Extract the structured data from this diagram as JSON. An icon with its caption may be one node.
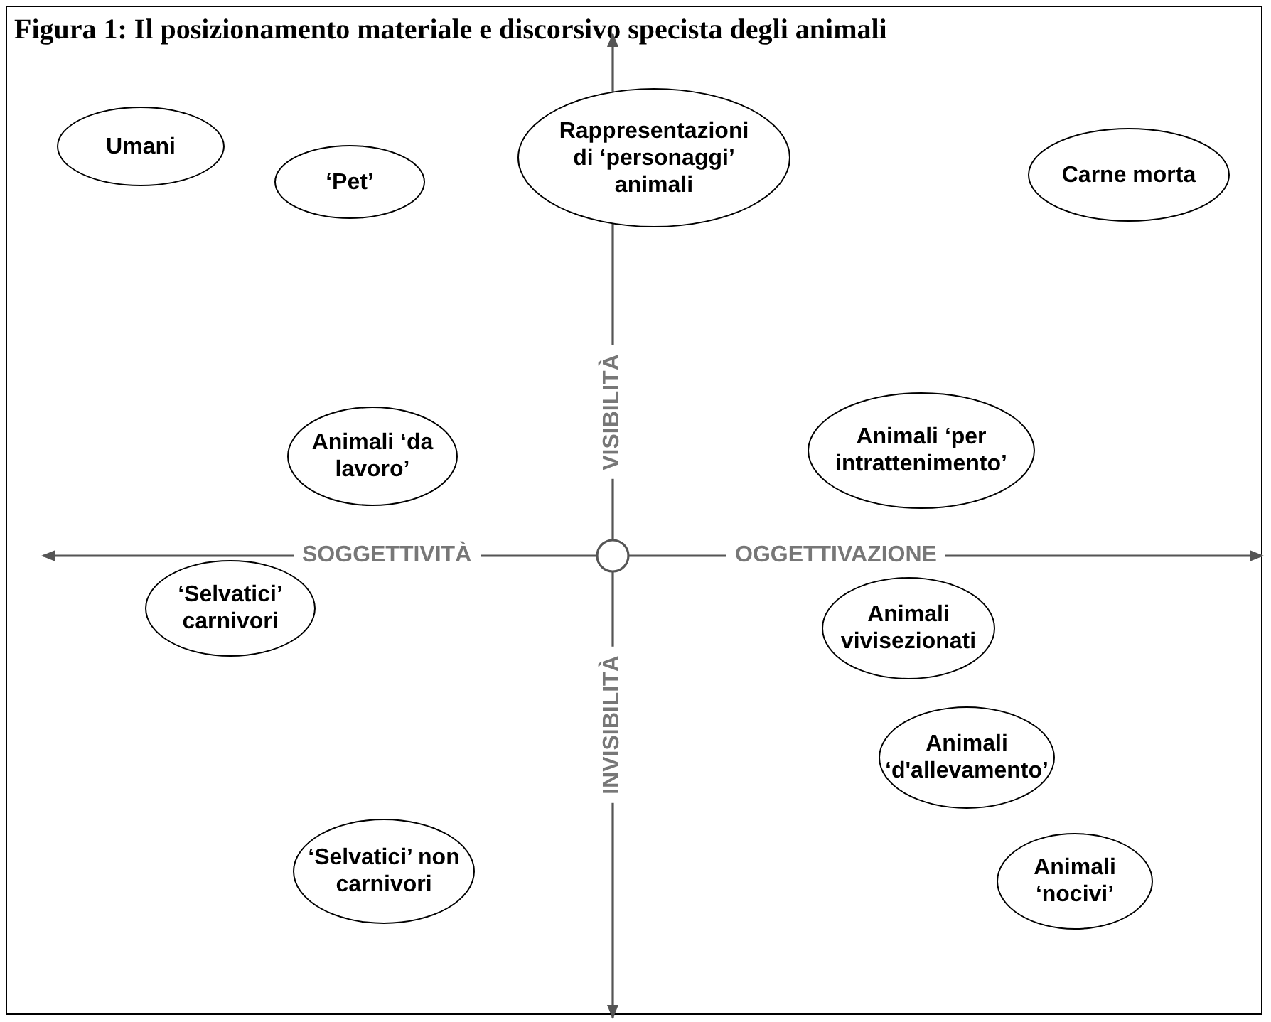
{
  "diagram": {
    "title": "Figura 1: Il posizionamento materiale e discorsivo specista degli animali",
    "nodes": [
      {
        "text": [
          "Umani"
        ]
      },
      {
        "text": [
          "Rappresentazioni di ‘personaggi’ animali"
        ]
      },
      {
        "text": [
          "‘Pet’"
        ]
      },
      {
        "text": [
          "Carne morta"
        ]
      },
      {
        "text": [
          "Animali ‘da lavoro’"
        ]
      },
      {
        "text": [
          "Animali ‘per intrattenimento’"
        ]
      },
      {
        "text": [],
        "shape": "circle"
      },
      {
        "text": [
          "‘Selvatici’ carnivori"
        ]
      },
      {
        "text": [
          "Animali vivisezionati"
        ]
      },
      {
        "text": [
          "Animali ‘d'allevamento’"
        ]
      },
      {
        "text": [
          "‘Selvatici’ non carnivori"
        ]
      },
      {
        "text": [
          "Animali ‘nocivi’"
        ]
      }
    ],
    "edges": [
      {
        "from": 6,
        "to": null,
        "arrow": "to",
        "label": "SOGGETTIVITÀ"
      },
      {
        "from": 6,
        "to": null,
        "arrow": "to",
        "label": "OGGETTIVAZIONE"
      },
      {
        "from": 6,
        "to": null,
        "arrow": "to",
        "label": "VISIBILITÀ"
      },
      {
        "from": 6,
        "to": null,
        "arrow": "to",
        "label": "INVISIBILITÀ"
      }
    ]
  }
}
